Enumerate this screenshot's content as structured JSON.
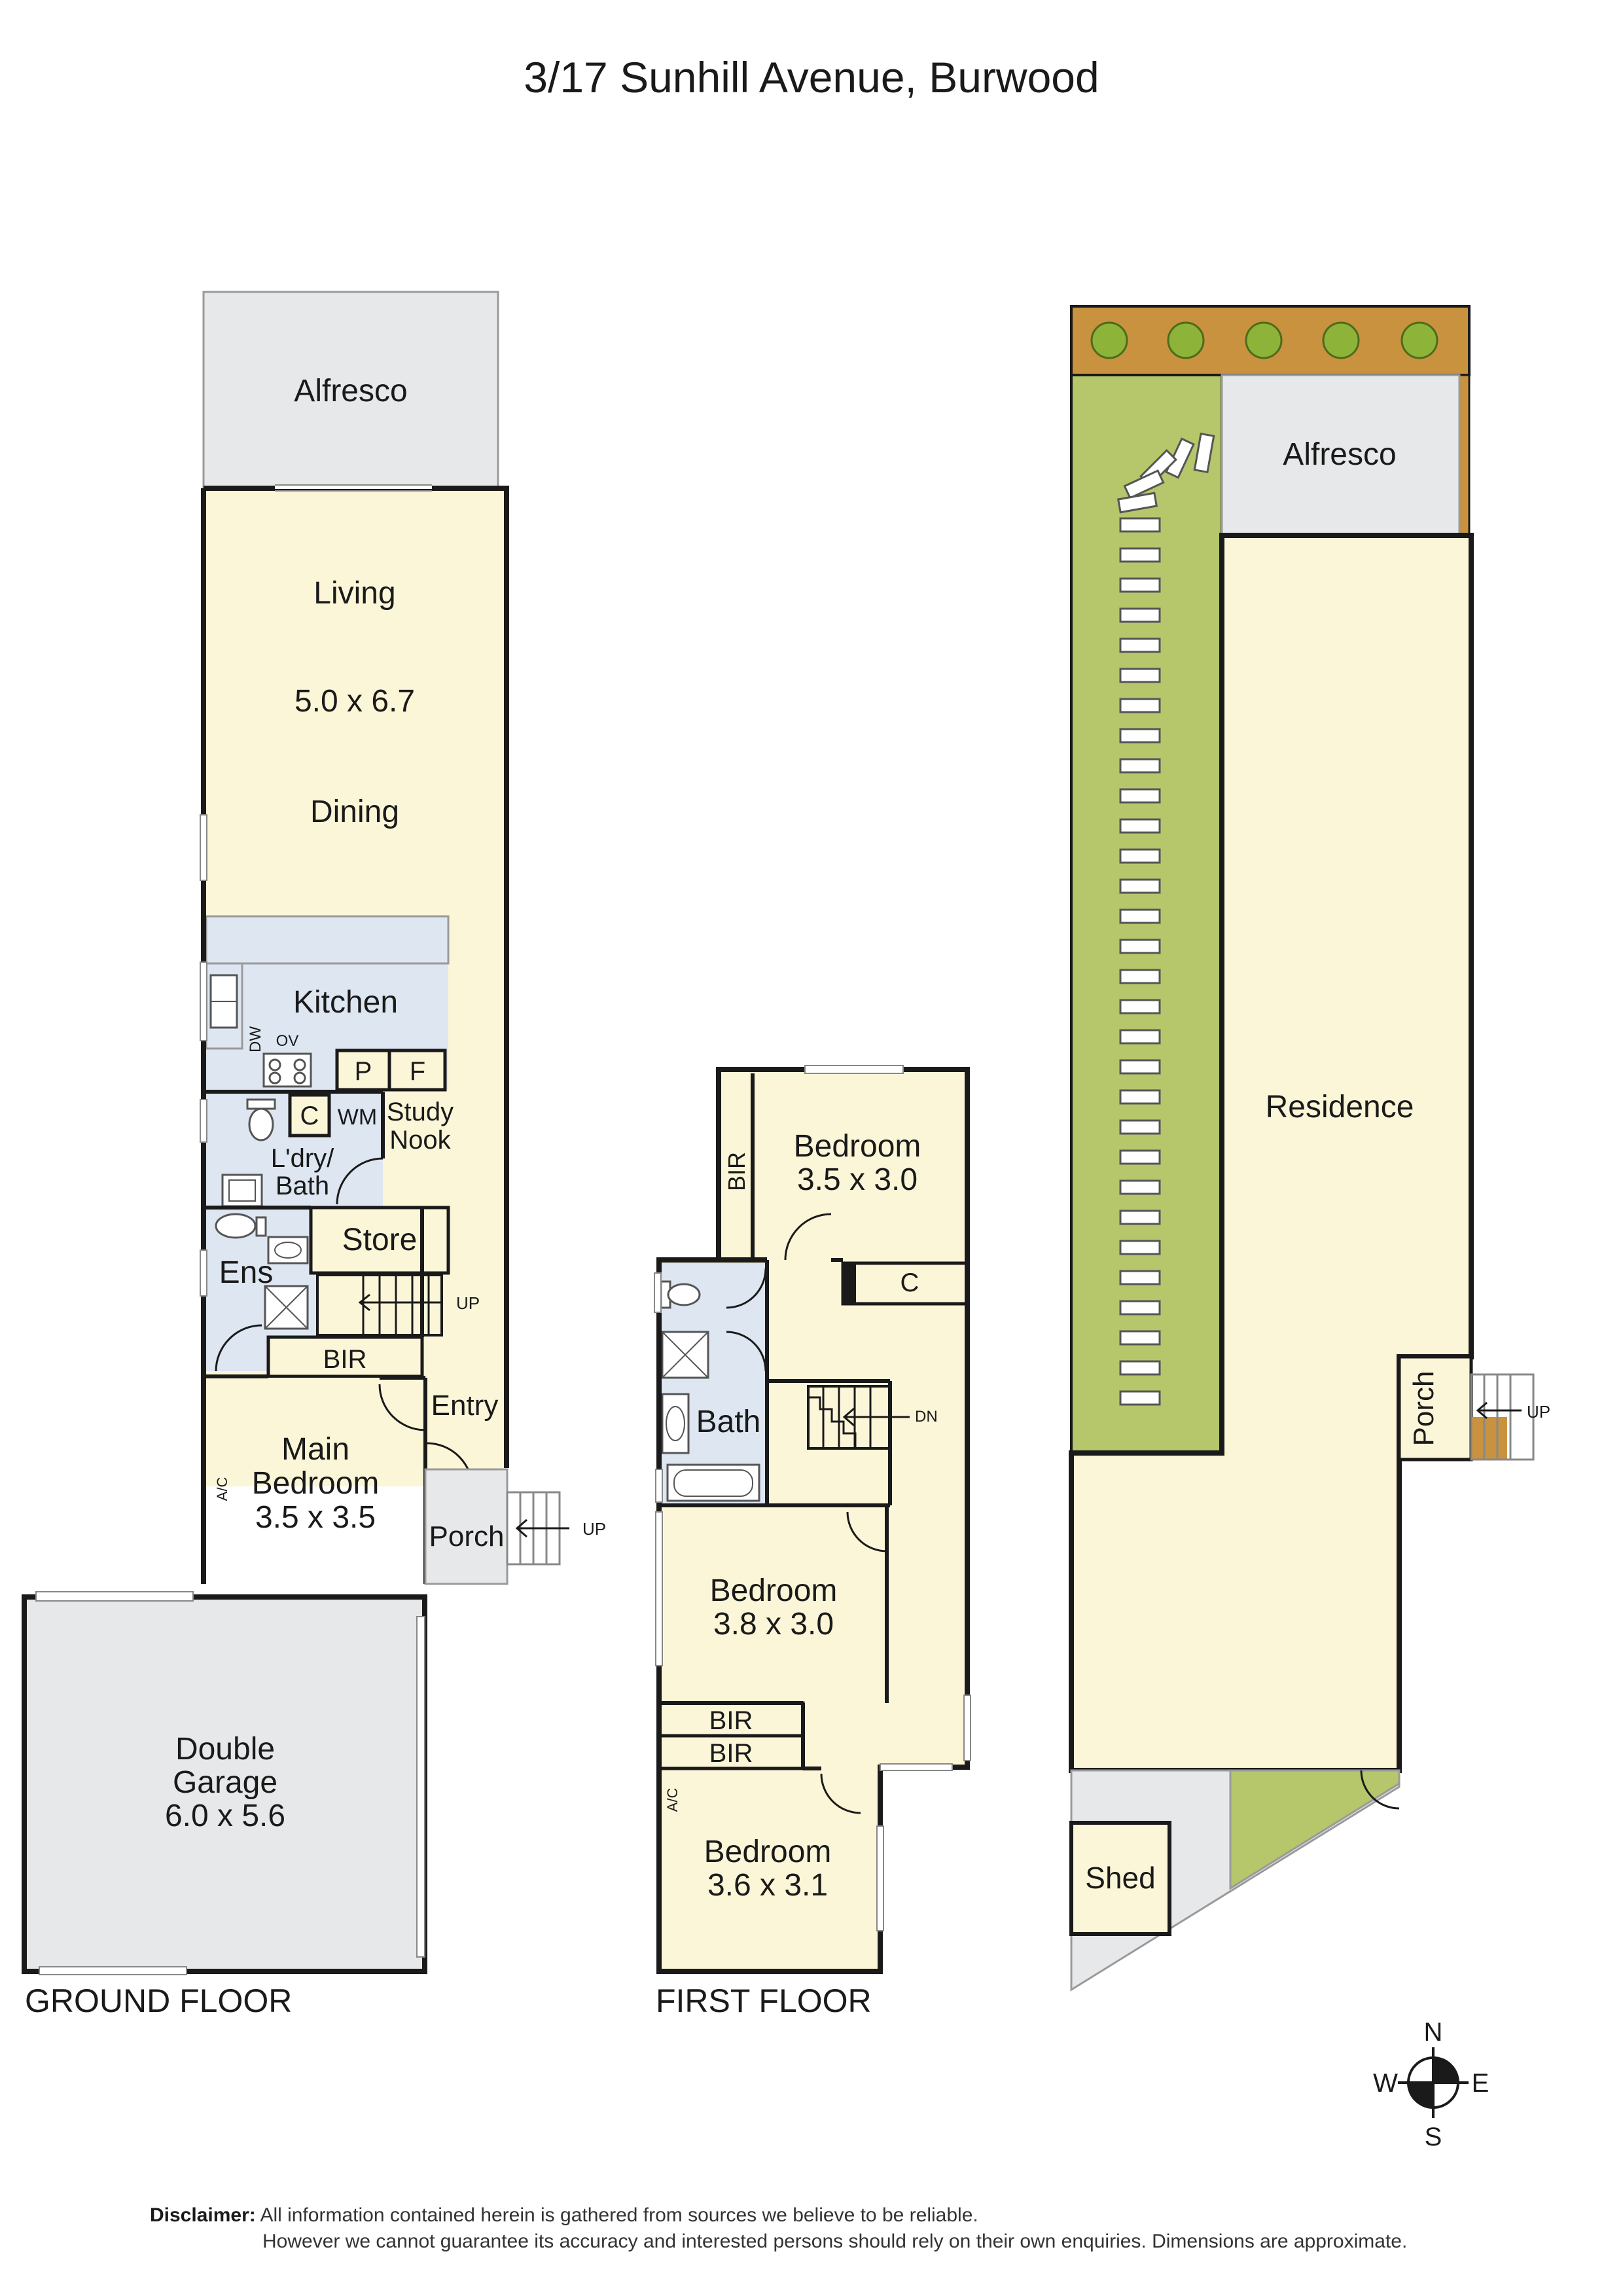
{
  "title": "3/17 Sunhill Avenue, Burwood",
  "floors": {
    "ground": "GROUND FLOOR",
    "first": "FIRST FLOOR"
  },
  "ground_floor": {
    "alfresco": "Alfresco",
    "living": "Living",
    "living_dims": "5.0 x 6.7",
    "dining": "Dining",
    "kitchen": "Kitchen",
    "dw": "DW",
    "ov": "OV",
    "p": "P",
    "f": "F",
    "c": "C",
    "wm": "WM",
    "study_line1": "Study",
    "study_line2": "Nook",
    "ldry_line1": "L'dry/",
    "ldry_line2": "Bath",
    "store": "Store",
    "ens": "Ens",
    "up": "UP",
    "bir": "BIR",
    "entry": "Entry",
    "main_line1": "Main",
    "main_line2": "Bedroom",
    "main_dims": "3.5 x 3.5",
    "ac": "A/C",
    "porch": "Porch",
    "porch_up": "UP",
    "garage_line1": "Double",
    "garage_line2": "Garage",
    "garage_dims": "6.0 x 5.6"
  },
  "first_floor": {
    "bir_v": "BIR",
    "bed1": "Bedroom",
    "bed1_dims": "3.5 x 3.0",
    "c": "C",
    "bath": "Bath",
    "dn": "DN",
    "bed2": "Bedroom",
    "bed2_dims": "3.8 x 3.0",
    "bir1": "BIR",
    "bir2": "BIR",
    "ac": "A/C",
    "bed3": "Bedroom",
    "bed3_dims": "3.6 x 3.1"
  },
  "site_plan": {
    "alfresco": "Alfresco",
    "residence": "Residence",
    "porch": "Porch",
    "up": "UP",
    "shed": "Shed"
  },
  "compass": {
    "n": "N",
    "s": "S",
    "e": "E",
    "w": "W"
  },
  "disclaimer": {
    "label": "Disclaimer:",
    "line1": "All information contained herein is gathered from sources we believe to be reliable.",
    "line2": "However we cannot guarantee its accuracy and interested persons should rely on their own enquiries. Dimensions are approximate."
  },
  "colors": {
    "room_fill": "#fcf6d8",
    "wet_fill": "#dde6f1",
    "outdoor_fill": "#e6e8e9",
    "lawn": "#b5c76a",
    "timber": "#c9923f",
    "wall": "#1a1a1a"
  }
}
